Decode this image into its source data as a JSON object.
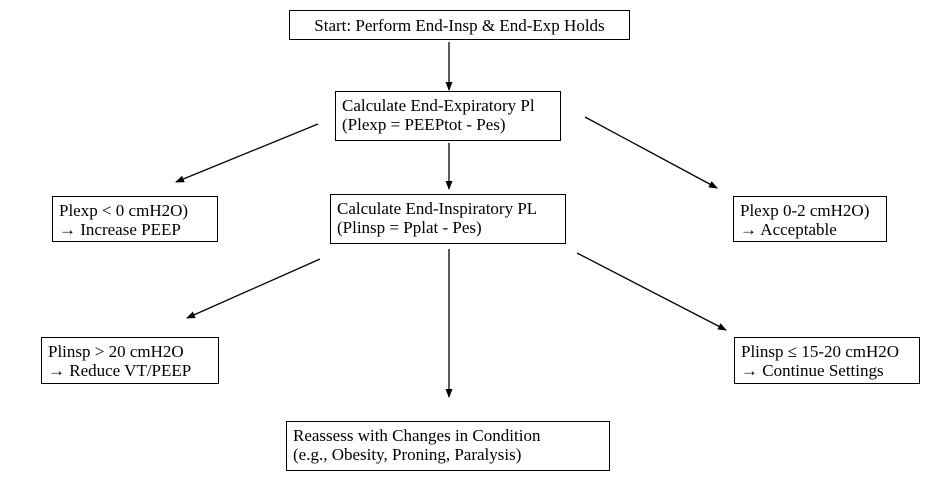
{
  "nodes": {
    "start": {
      "text": "Start: Perform End-Insp & End-Exp Holds"
    },
    "calc_exp": {
      "line1": "Calculate End-Expiratory Pl",
      "line2": "(Plexp = PEEPtot - Pes)"
    },
    "plexp_low": {
      "line1": "Plexp < 0 cmH2O)",
      "line2": "→ Increase PEEP"
    },
    "calc_insp": {
      "line1": "Calculate End-Inspiratory PL",
      "line2": "(Plinsp = Pplat - Pes)"
    },
    "plexp_ok": {
      "line1": "Plexp 0-2 cmH2O)",
      "line2": "→ Acceptable"
    },
    "plinsp_high": {
      "line1": "Plinsp > 20 cmH2O",
      "line2": "→ Reduce VT/PEEP"
    },
    "plinsp_ok": {
      "line1": "Plinsp ≤ 15-20 cmH2O",
      "line2": "→ Continue Settings"
    },
    "reassess": {
      "line1": "Reassess with Changes in Condition",
      "line2": "(e.g., Obesity, Proning, Paralysis)"
    }
  },
  "edges": [
    {
      "from": "start",
      "to": "calc_exp"
    },
    {
      "from": "calc_exp",
      "to": "plexp_low"
    },
    {
      "from": "calc_exp",
      "to": "calc_insp"
    },
    {
      "from": "calc_exp",
      "to": "plexp_ok"
    },
    {
      "from": "calc_insp",
      "to": "plinsp_high"
    },
    {
      "from": "calc_insp",
      "to": "reassess"
    },
    {
      "from": "calc_insp",
      "to": "plinsp_ok"
    }
  ],
  "colors": {
    "stroke": "#000000",
    "background": "#ffffff"
  }
}
